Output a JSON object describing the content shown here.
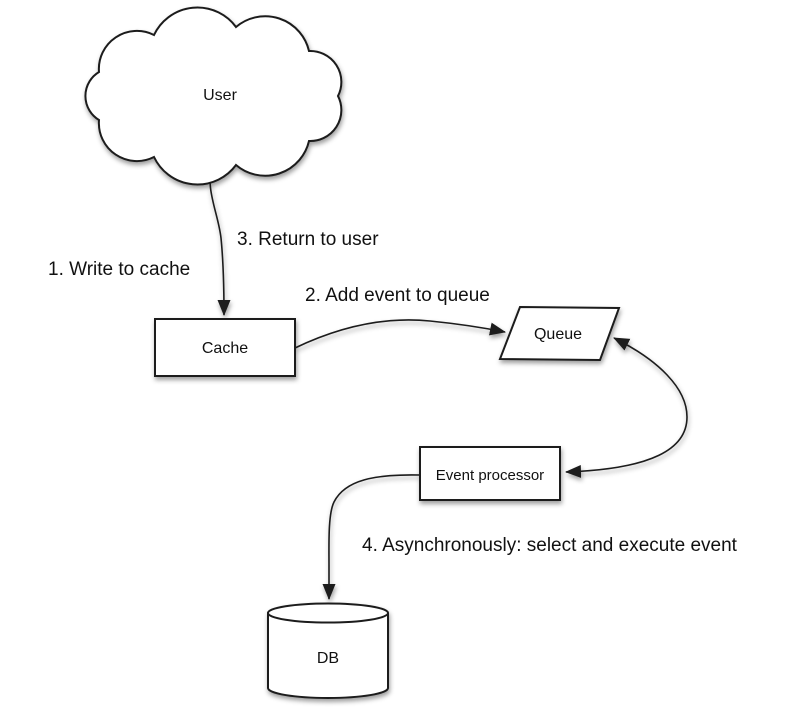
{
  "diagram": {
    "type": "flow-diagram",
    "background_color": "#ffffff",
    "stroke_color": "#1c1c1c",
    "shape_fill_color": "#ffffff",
    "text_color": "#111111",
    "nodes": [
      {
        "id": "user",
        "label": "User",
        "shape": "cloud"
      },
      {
        "id": "cache",
        "label": "Cache",
        "shape": "rectangle"
      },
      {
        "id": "queue",
        "label": "Queue",
        "shape": "parallelogram"
      },
      {
        "id": "event-processor",
        "label": "Event processor",
        "shape": "rectangle"
      },
      {
        "id": "db",
        "label": "DB",
        "shape": "cylinder"
      }
    ],
    "edges": [
      {
        "id": "user-cache",
        "from": "user",
        "to": "cache",
        "arrowhead": "end",
        "label_left": "1. Write to cache",
        "label_right": "3. Return to user"
      },
      {
        "id": "cache-queue",
        "from": "cache",
        "to": "queue",
        "arrowhead": "end",
        "label": "2. Add event to queue"
      },
      {
        "id": "queue-event-processor",
        "from": "queue",
        "to": "event-processor",
        "arrowhead": "both",
        "label": ""
      },
      {
        "id": "event-processor-db",
        "from": "event-processor",
        "to": "db",
        "arrowhead": "end",
        "label": "4. Asynchronously: select and execute event"
      }
    ]
  }
}
